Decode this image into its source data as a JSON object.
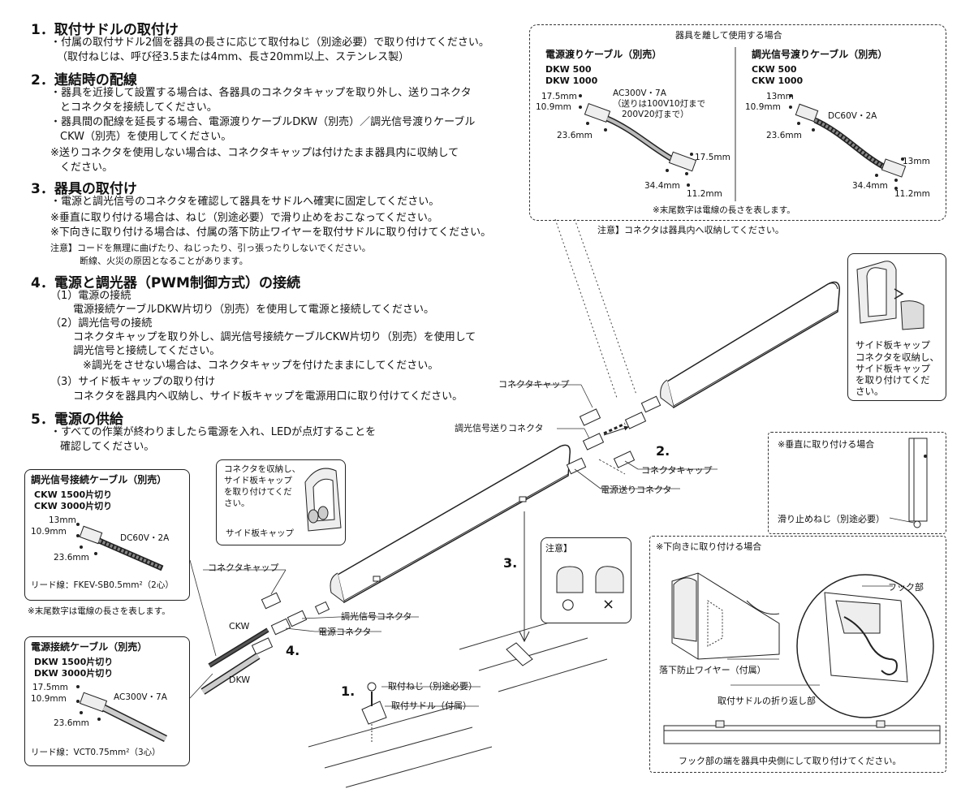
{
  "sections": [
    {
      "heading": "1．取付サドルの取付け",
      "lines": [
        "・付属の取付サドル2個を器具の長さに応じて取付ねじ（別途必要）で取り付けてください。",
        "（取付ねじは、呼び径3.5または4mm、長さ20mm以上、ステンレス製）"
      ]
    },
    {
      "heading": "2．連結時の配線",
      "lines": [
        "・器具を近接して設置する場合は、各器具のコネクタキャップを取り外し、送りコネクタ",
        "とコネクタを接続してください。",
        "・器具間の配線を延長する場合、電源渡りケーブルDKW（別売）／調光信号渡りケーブル",
        "CKW（別売）を使用してください。",
        "※送りコネクタを使用しない場合は、コネクタキャップは付けたまま器具内に収納して",
        "ください。"
      ]
    },
    {
      "heading": "3．器具の取付け",
      "lines": [
        "・電源と調光信号のコネクタを確認して器具をサドルへ確実に固定してください。",
        "※垂直に取り付ける場合は、ねじ（別途必要）で滑り止めをおこなってください。",
        "※下向きに取り付ける場合は、付属の落下防止ワイヤーを取付サドルに取り付けてください。",
        "注意】コードを無理に曲げたり、ねじったり、引っ張ったりしないでください。",
        "断線、火災の原因となることがあります。"
      ]
    },
    {
      "heading": "4．電源と調光器（PWM制御方式）の接続",
      "lines": [
        "（1）電源の接続",
        "電源接続ケーブルDKW片切り（別売）を使用して電源と接続してください。",
        "（2）調光信号の接続",
        "コネクタキャップを取り外し、調光信号接続ケーブルCKW片切り（別売）を使用して",
        "調光信号と接続してください。",
        "※調光をさせない場合は、コネクタキャップを付けたままにしてください。",
        "（3）サイド板キャップの取り付け",
        "コネクタを器具内へ収納し、サイド板キャップを電源用口に取り付けてください。"
      ]
    },
    {
      "heading": "5．電源の供給",
      "lines": [
        "・すべての作業が終わりましたら電源を入れ、LEDが点灯することを",
        "確認してください。"
      ]
    }
  ],
  "top_box": {
    "title": "器具を離して使用する場合",
    "left": {
      "title": "電源渡りケーブル（別売）",
      "models": [
        "DKW 500",
        "DKW 1000"
      ],
      "spec": [
        "AC300V・7A",
        "（送りは100V10灯まで",
        "200V20灯まで）"
      ],
      "dims": [
        "17.5mm",
        "10.9mm",
        "23.6mm",
        "17.5mm",
        "34.4mm",
        "11.2mm"
      ]
    },
    "right": {
      "title": "調光信号渡りケーブル（別売）",
      "models": [
        "CKW 500",
        "CKW 1000"
      ],
      "spec": [
        "DC60V・2A"
      ],
      "dims": [
        "13mm",
        "10.9mm",
        "23.6mm",
        "13mm",
        "34.4mm",
        "11.2mm"
      ]
    },
    "footnote": "※末尾数字は電線の長さを表します。"
  },
  "top_note": "注意】コネクタは器具内へ収納してください。",
  "side_cap_box": {
    "label": "サイド板キャップ",
    "lines": [
      "コネクタを収納し、",
      "サイド板キャップ",
      "を取り付けてくだ",
      "さい。"
    ]
  },
  "mid_cap_box": {
    "lines": [
      "コネクタを収納し、",
      "サイド板キャップ",
      "を取り付けてくだ",
      "さい。"
    ],
    "label": "サイド板キャップ"
  },
  "ckw_box": {
    "title": "調光信号接続ケーブル（別売）",
    "models": [
      "CKW 1500片切り",
      "CKW 3000片切り"
    ],
    "dims": [
      "13mm",
      "10.9mm",
      "23.6mm"
    ],
    "spec": "DC60V・2A",
    "lead": "リード線：FKEV-SB0.5mm²（2心）"
  },
  "ckw_footnote": "※末尾数字は電線の長さを表します。",
  "dkw_box": {
    "title": "電源接続ケーブル（別売）",
    "models": [
      "DKW 1500片切り",
      "DKW 3000片切り"
    ],
    "dims": [
      "17.5mm",
      "10.9mm",
      "23.6mm"
    ],
    "spec": "AC300V・7A",
    "lead": "リード線：VCT0.75mm²（3心）"
  },
  "labels": {
    "connector_cap_1": "コネクタキャップ",
    "dimming_send": "調光信号送りコネクタ",
    "connector_cap_2": "コネクタキャップ",
    "power_send": "電源送りコネクタ",
    "connector_cap_3": "コネクタキャップ",
    "dimming_conn": "調光信号コネクタ",
    "power_conn": "電源コネクタ",
    "ckw": "CKW",
    "dkw": "DKW",
    "screw": "取付ねじ（別途必要）",
    "saddle": "取付サドル（付属）",
    "step1": "1.",
    "step2": "2.",
    "step3": "3.",
    "step4": "4."
  },
  "caution_box": {
    "title": "注意】",
    "ok": "○",
    "ng": "×"
  },
  "vertical_box": {
    "title": "※垂直に取り付ける場合",
    "label": "滑り止めねじ（別途必要）"
  },
  "down_box": {
    "title": "※下向きに取り付ける場合",
    "hook": "フック部",
    "wire": "落下防止ワイヤー（付属）",
    "fold": "取付サドルの折り返し部",
    "caption": "フック部の端を器具中央側にして取り付けてください。"
  }
}
